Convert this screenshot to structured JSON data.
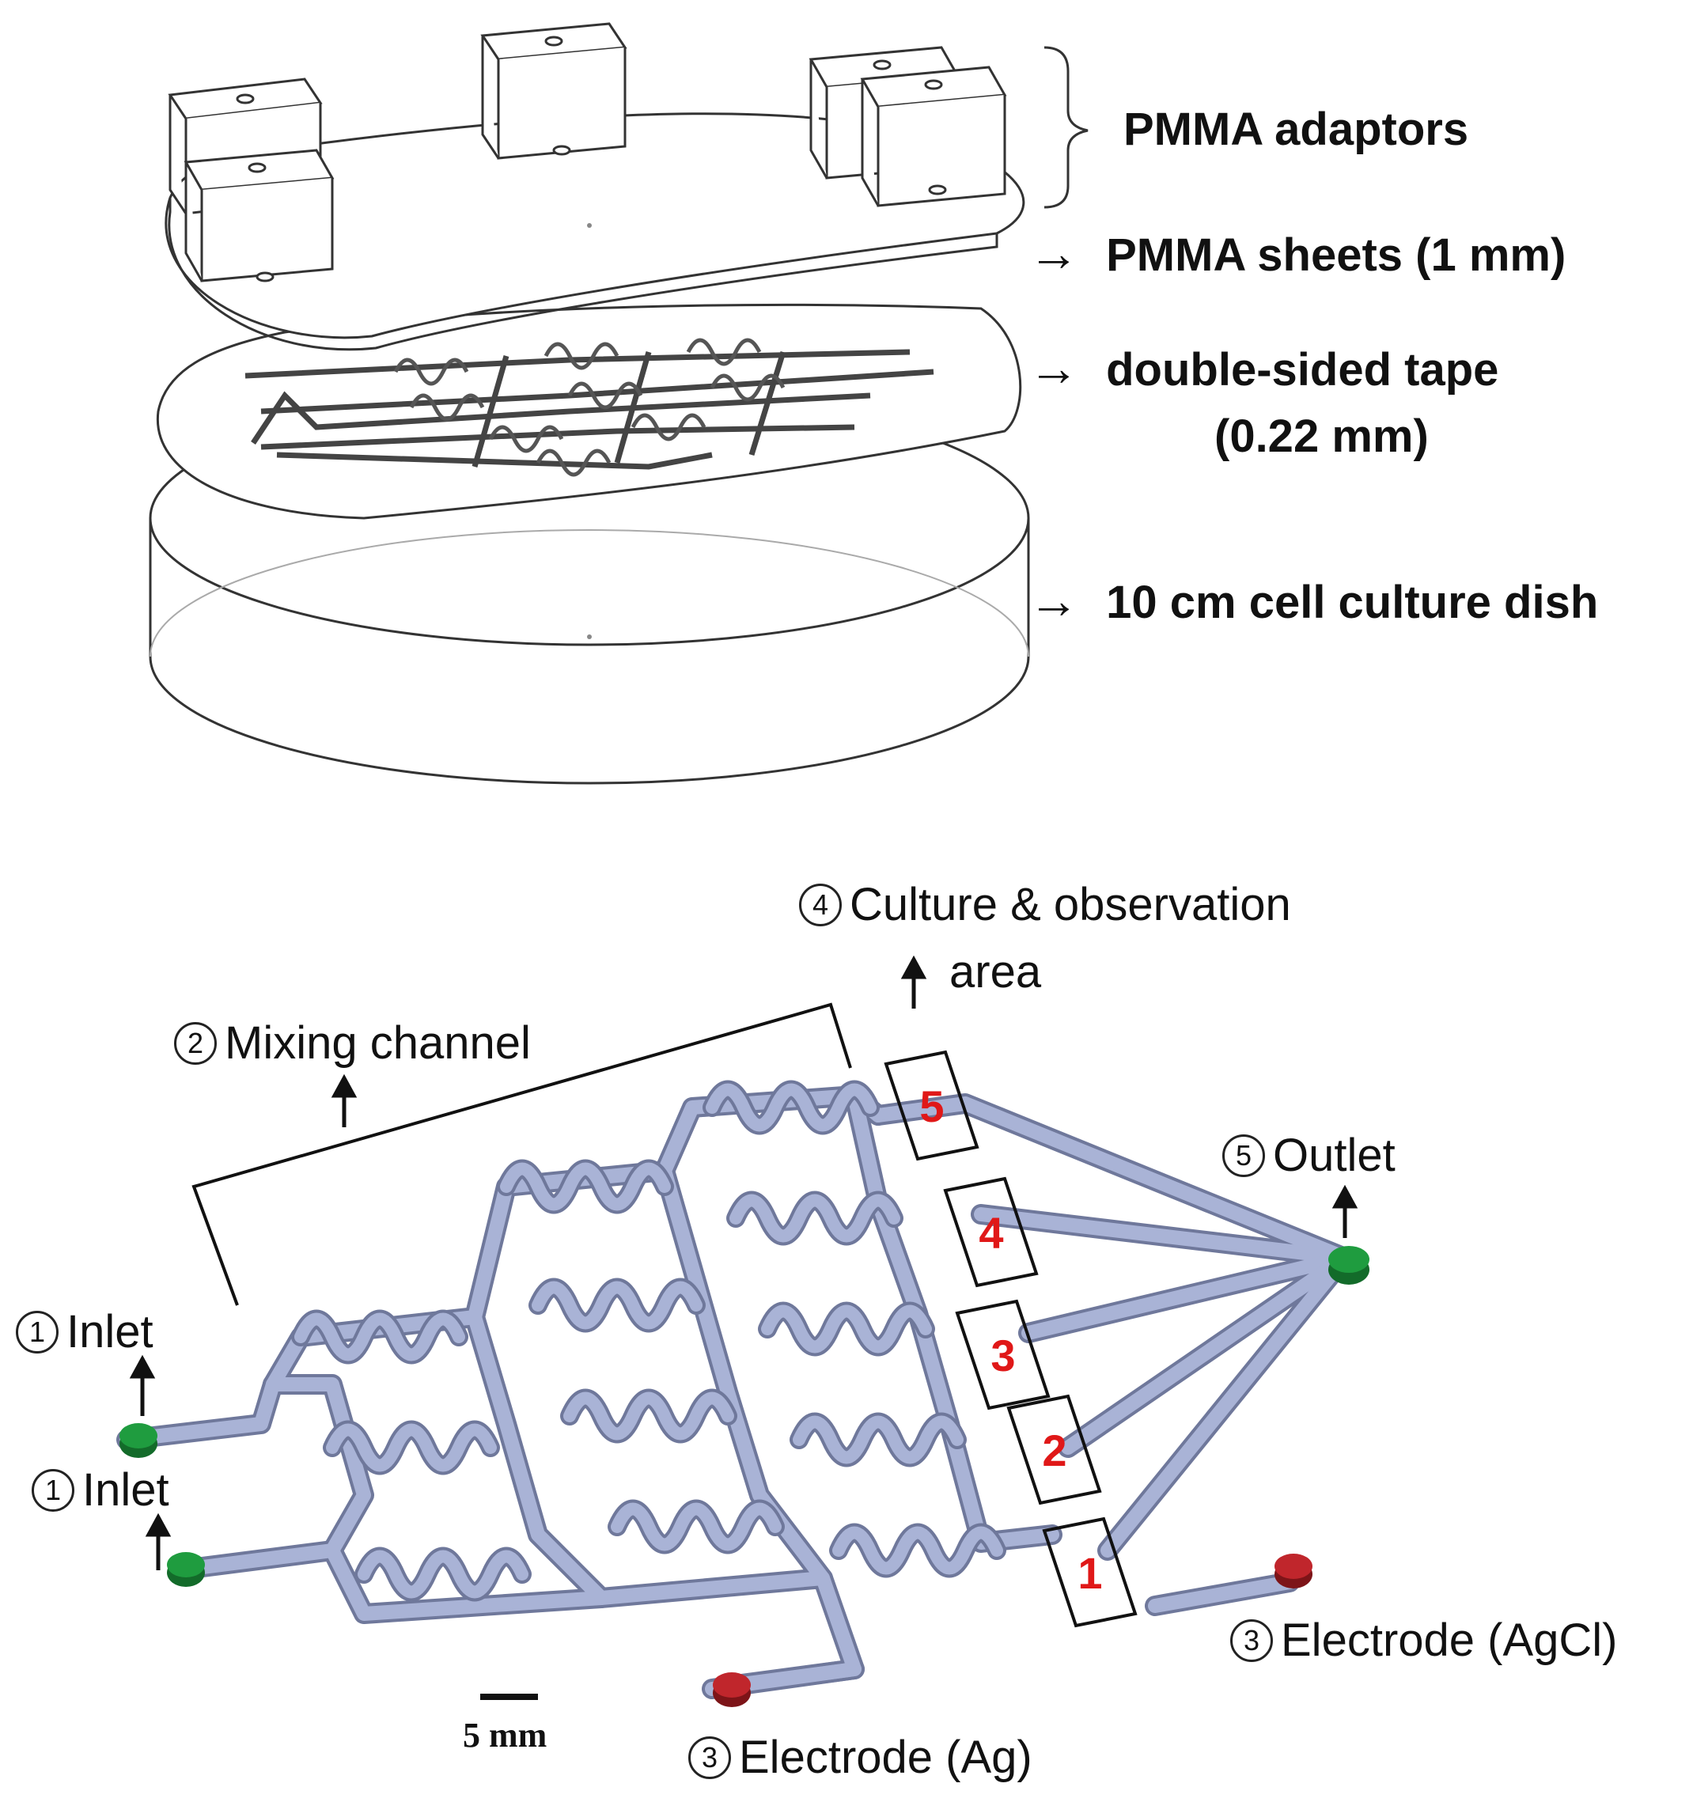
{
  "exploded_view": {
    "labels": {
      "adaptors": "PMMA adaptors",
      "sheets": "PMMA sheets (1 mm)",
      "tape_line1": "double-sided tape",
      "tape_line2": "(0.22 mm)",
      "dish": "10 cm cell culture dish"
    },
    "arrow_glyph": "→"
  },
  "chip_view": {
    "labels": {
      "inlet_top": "Inlet",
      "inlet_bottom": "Inlet",
      "mixing": "Mixing  channel",
      "culture_line1": "Culture & observation",
      "culture_line2": "area",
      "outlet": "Outlet",
      "electrode_agcl": "Electrode (AgCl)",
      "electrode_ag": "Electrode (Ag)"
    },
    "markers": {
      "inlet": "1",
      "mixing": "2",
      "electrode": "3",
      "culture": "4",
      "outlet": "5"
    },
    "chambers": [
      "5",
      "4",
      "3",
      "2",
      "1"
    ],
    "scale_bar": "5 mm",
    "colors": {
      "channel": "#a9b3d6",
      "channel_edge": "#6f789b",
      "inlet_port": "#1f9c3f",
      "electrode_port": "#c0262c",
      "chamber_number": "#e01818"
    }
  }
}
